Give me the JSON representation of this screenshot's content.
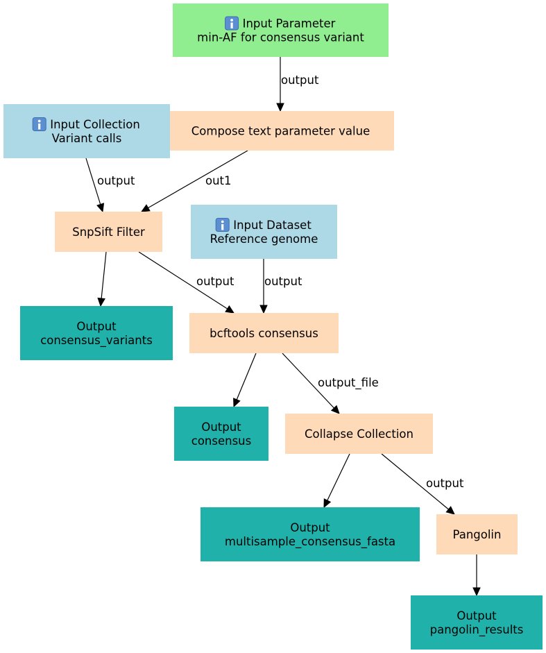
{
  "colors": {
    "parameter": "#90ee90",
    "input": "#add8e6",
    "tool": "#ffdab9",
    "output": "#20b2aa"
  },
  "info_icon": "info-icon",
  "nodes": [
    {
      "id": "min_af",
      "kind": "parameter",
      "icon": "info-icon",
      "title": "Input Parameter",
      "subtitle": "min-AF for consensus variant"
    },
    {
      "id": "compose",
      "kind": "tool",
      "title": "Compose text parameter value"
    },
    {
      "id": "variant_calls",
      "kind": "input",
      "icon": "info-icon",
      "title": "Input Collection",
      "subtitle": "Variant calls"
    },
    {
      "id": "snpsift",
      "kind": "tool",
      "title": "SnpSift Filter"
    },
    {
      "id": "reference",
      "kind": "input",
      "icon": "info-icon",
      "title": "Input Dataset",
      "subtitle": "Reference genome"
    },
    {
      "id": "out_consensus_variants",
      "kind": "output",
      "title": "Output",
      "subtitle": "consensus_variants"
    },
    {
      "id": "bcftools",
      "kind": "tool",
      "title": "bcftools consensus"
    },
    {
      "id": "out_consensus",
      "kind": "output",
      "title": "Output",
      "subtitle": "consensus"
    },
    {
      "id": "collapse",
      "kind": "tool",
      "title": "Collapse Collection"
    },
    {
      "id": "out_multisample",
      "kind": "output",
      "title": "Output",
      "subtitle": "multisample_consensus_fasta"
    },
    {
      "id": "pangolin",
      "kind": "tool",
      "title": "Pangolin"
    },
    {
      "id": "out_pangolin",
      "kind": "output",
      "title": "Output",
      "subtitle": "pangolin_results"
    }
  ],
  "edges": [
    {
      "from": "min_af",
      "to": "compose",
      "label": "output"
    },
    {
      "from": "variant_calls",
      "to": "snpsift",
      "label": "output"
    },
    {
      "from": "compose",
      "to": "snpsift",
      "label": "out1"
    },
    {
      "from": "snpsift",
      "to": "out_consensus_variants",
      "label": ""
    },
    {
      "from": "snpsift",
      "to": "bcftools",
      "label": "output"
    },
    {
      "from": "reference",
      "to": "bcftools",
      "label": "output"
    },
    {
      "from": "bcftools",
      "to": "out_consensus",
      "label": ""
    },
    {
      "from": "bcftools",
      "to": "collapse",
      "label": "output_file"
    },
    {
      "from": "collapse",
      "to": "out_multisample",
      "label": ""
    },
    {
      "from": "collapse",
      "to": "pangolin",
      "label": "output"
    },
    {
      "from": "pangolin",
      "to": "out_pangolin",
      "label": ""
    }
  ]
}
